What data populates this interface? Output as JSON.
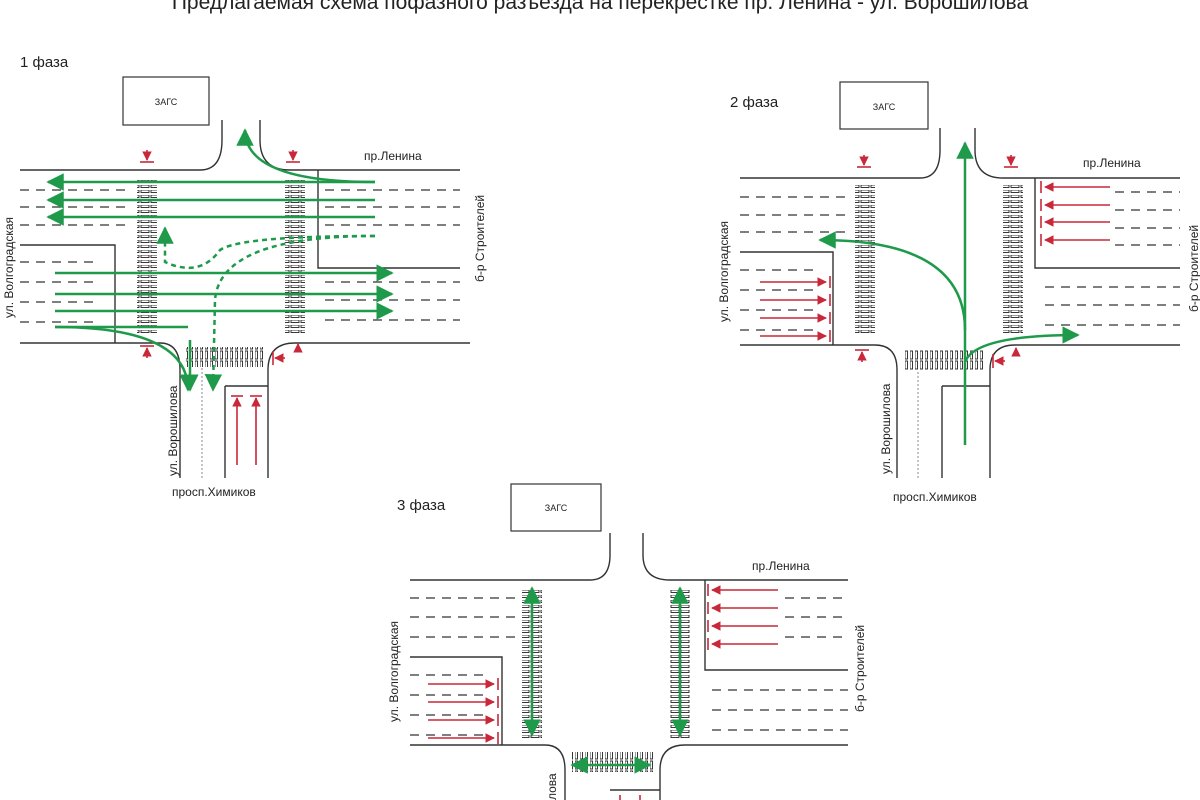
{
  "title": "Предлагаемая схема пофазного разъезда на перекрестке пр. Ленина - ул. Ворошилова",
  "colors": {
    "green": "#1e9a4a",
    "red": "#c8283a",
    "road": "#333333"
  },
  "labels": {
    "zags": "ЗАГС",
    "lenina": "пр.Ленина",
    "volgogradskaya": "ул. Волгоградская",
    "stroiteley": "б-р Строителей",
    "voroshilova": "ул. Ворошилова",
    "khimikov": "просп.Химиков"
  },
  "phases": [
    {
      "label": "1 фаза"
    },
    {
      "label": "2 фаза"
    },
    {
      "label": "3 фаза"
    }
  ]
}
